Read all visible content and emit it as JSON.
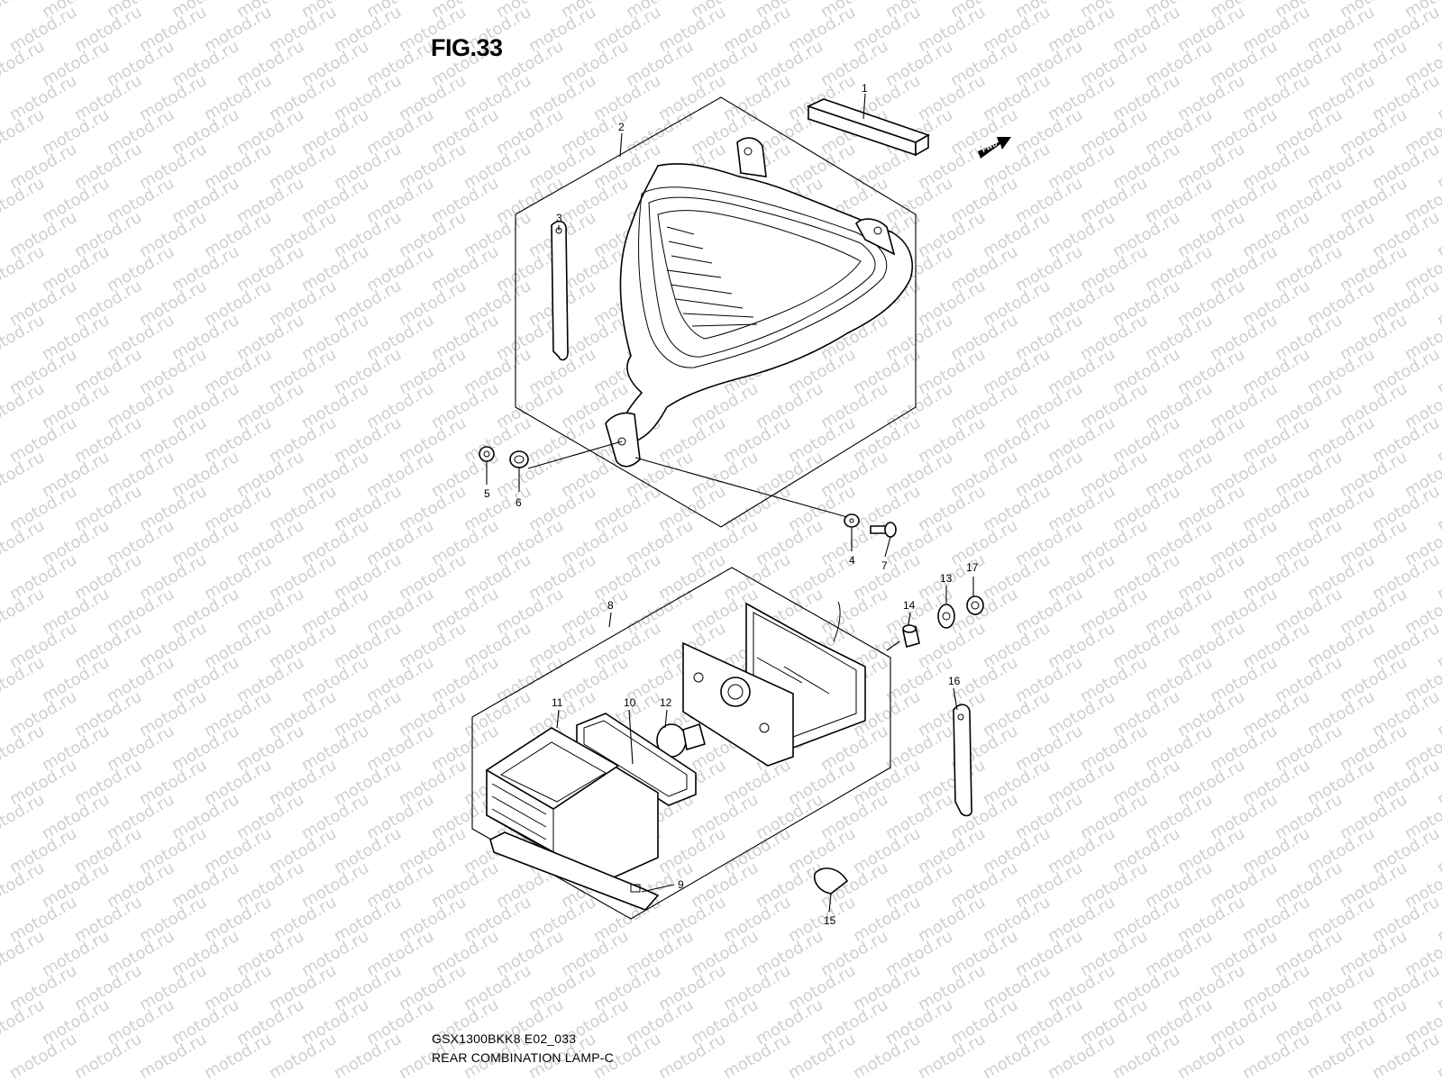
{
  "figure": {
    "title": "FIG.33"
  },
  "footer": {
    "model_code": "GSX1300BKK8 E02_033",
    "section_title": "REAR COMBINATION LAMP-C"
  },
  "watermark": {
    "text": "motod.ru",
    "color": "#cfcfcf"
  },
  "forward_arrow": {
    "label": "FWD"
  },
  "callouts": [
    "1",
    "2",
    "3",
    "4",
    "5",
    "6",
    "7",
    "8",
    "9",
    "10",
    "11",
    "12",
    "13",
    "14",
    "15",
    "16",
    "17"
  ]
}
